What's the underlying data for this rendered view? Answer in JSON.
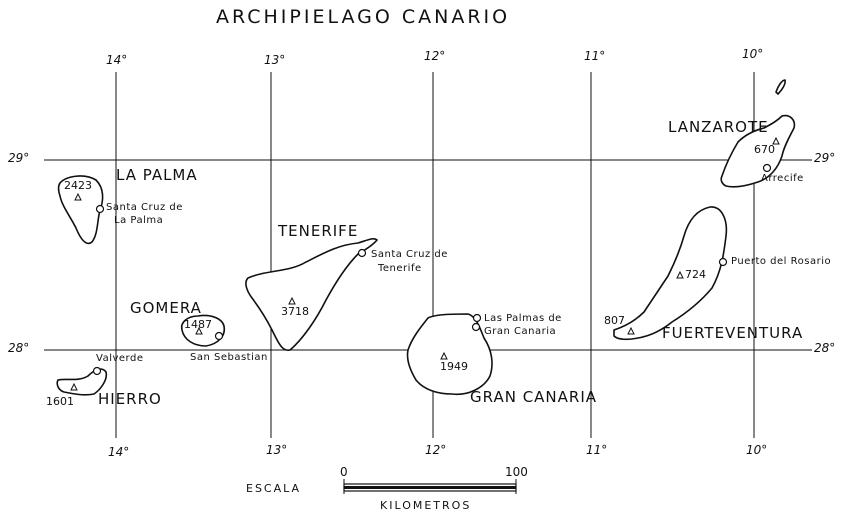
{
  "title": "ARCHIPIELAGO CANARIO",
  "longitudes": {
    "top": [
      "14°",
      "13°",
      "12°",
      "11°",
      "10°"
    ],
    "bottom": [
      "14°",
      "13°",
      "12°",
      "11°",
      "10°"
    ]
  },
  "latitudes": {
    "upper": "29°",
    "lower": "28°"
  },
  "islands": {
    "la_palma": {
      "name": "LA PALMA",
      "peak": "2423",
      "town": [
        "Santa Cruz de",
        "La Palma"
      ]
    },
    "tenerife": {
      "name": "TENERIFE",
      "peak": "3718",
      "town": [
        "Santa Cruz de",
        "Tenerife"
      ]
    },
    "gomera": {
      "name": "GOMERA",
      "peak": "1487",
      "town": [
        "San Sebastian"
      ]
    },
    "hierro": {
      "name": "HIERRO",
      "peak": "1601",
      "town": [
        "Valverde"
      ]
    },
    "gran_canaria": {
      "name": "GRAN CANARIA",
      "peak": "1949",
      "town": [
        "Las Palmas de",
        "Gran Canaria"
      ]
    },
    "fuerteventura": {
      "name": "FUERTEVENTURA",
      "peak": "724",
      "peak_sw": "807",
      "town": [
        "Puerto del Rosario"
      ]
    },
    "lanzarote": {
      "name": "LANZAROTE",
      "peak": "670",
      "town": [
        "Arrecife"
      ]
    }
  },
  "scale": {
    "label": "ESCALA",
    "unit": "KILOMETROS",
    "min": "0",
    "max": "100"
  }
}
